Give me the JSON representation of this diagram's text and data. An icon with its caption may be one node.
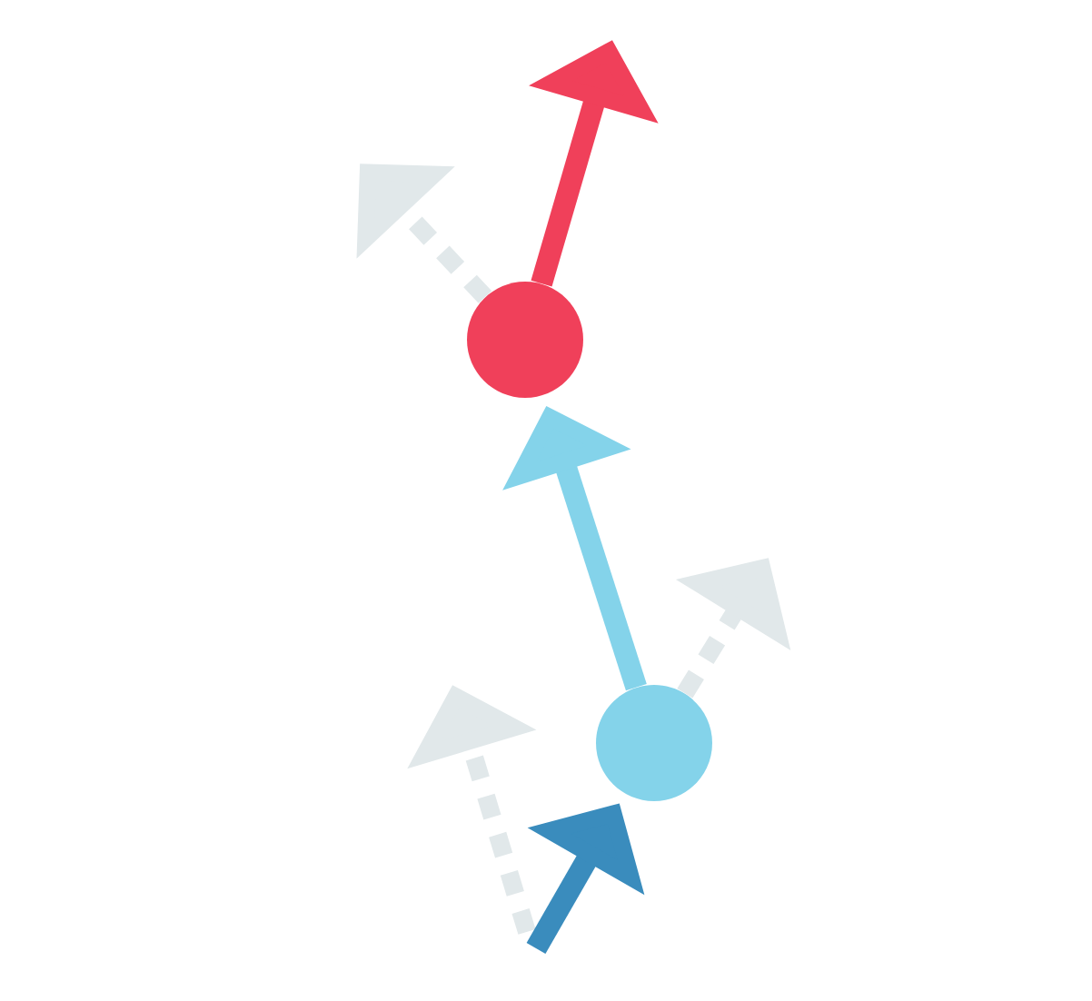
{
  "diagram": {
    "nodes": [
      {
        "text": [],
        "shape": "circle"
      },
      {
        "text": [],
        "shape": "circle"
      }
    ],
    "edges": [
      {
        "from": 1,
        "to": 0,
        "arrow": "to",
        "color": "#84d3ea"
      },
      {
        "from": 0,
        "to": null,
        "arrow": "to",
        "color": "#f0405a"
      },
      {
        "from": 0,
        "to": null,
        "arrow": "to",
        "style": "dashed",
        "color": "#e1e8ea"
      },
      {
        "from": 1,
        "to": null,
        "arrow": "to",
        "style": "dashed",
        "color": "#e1e8ea"
      },
      {
        "from": null,
        "to": 1,
        "arrow": "to",
        "color": "#3a8cbd"
      }
    ]
  }
}
